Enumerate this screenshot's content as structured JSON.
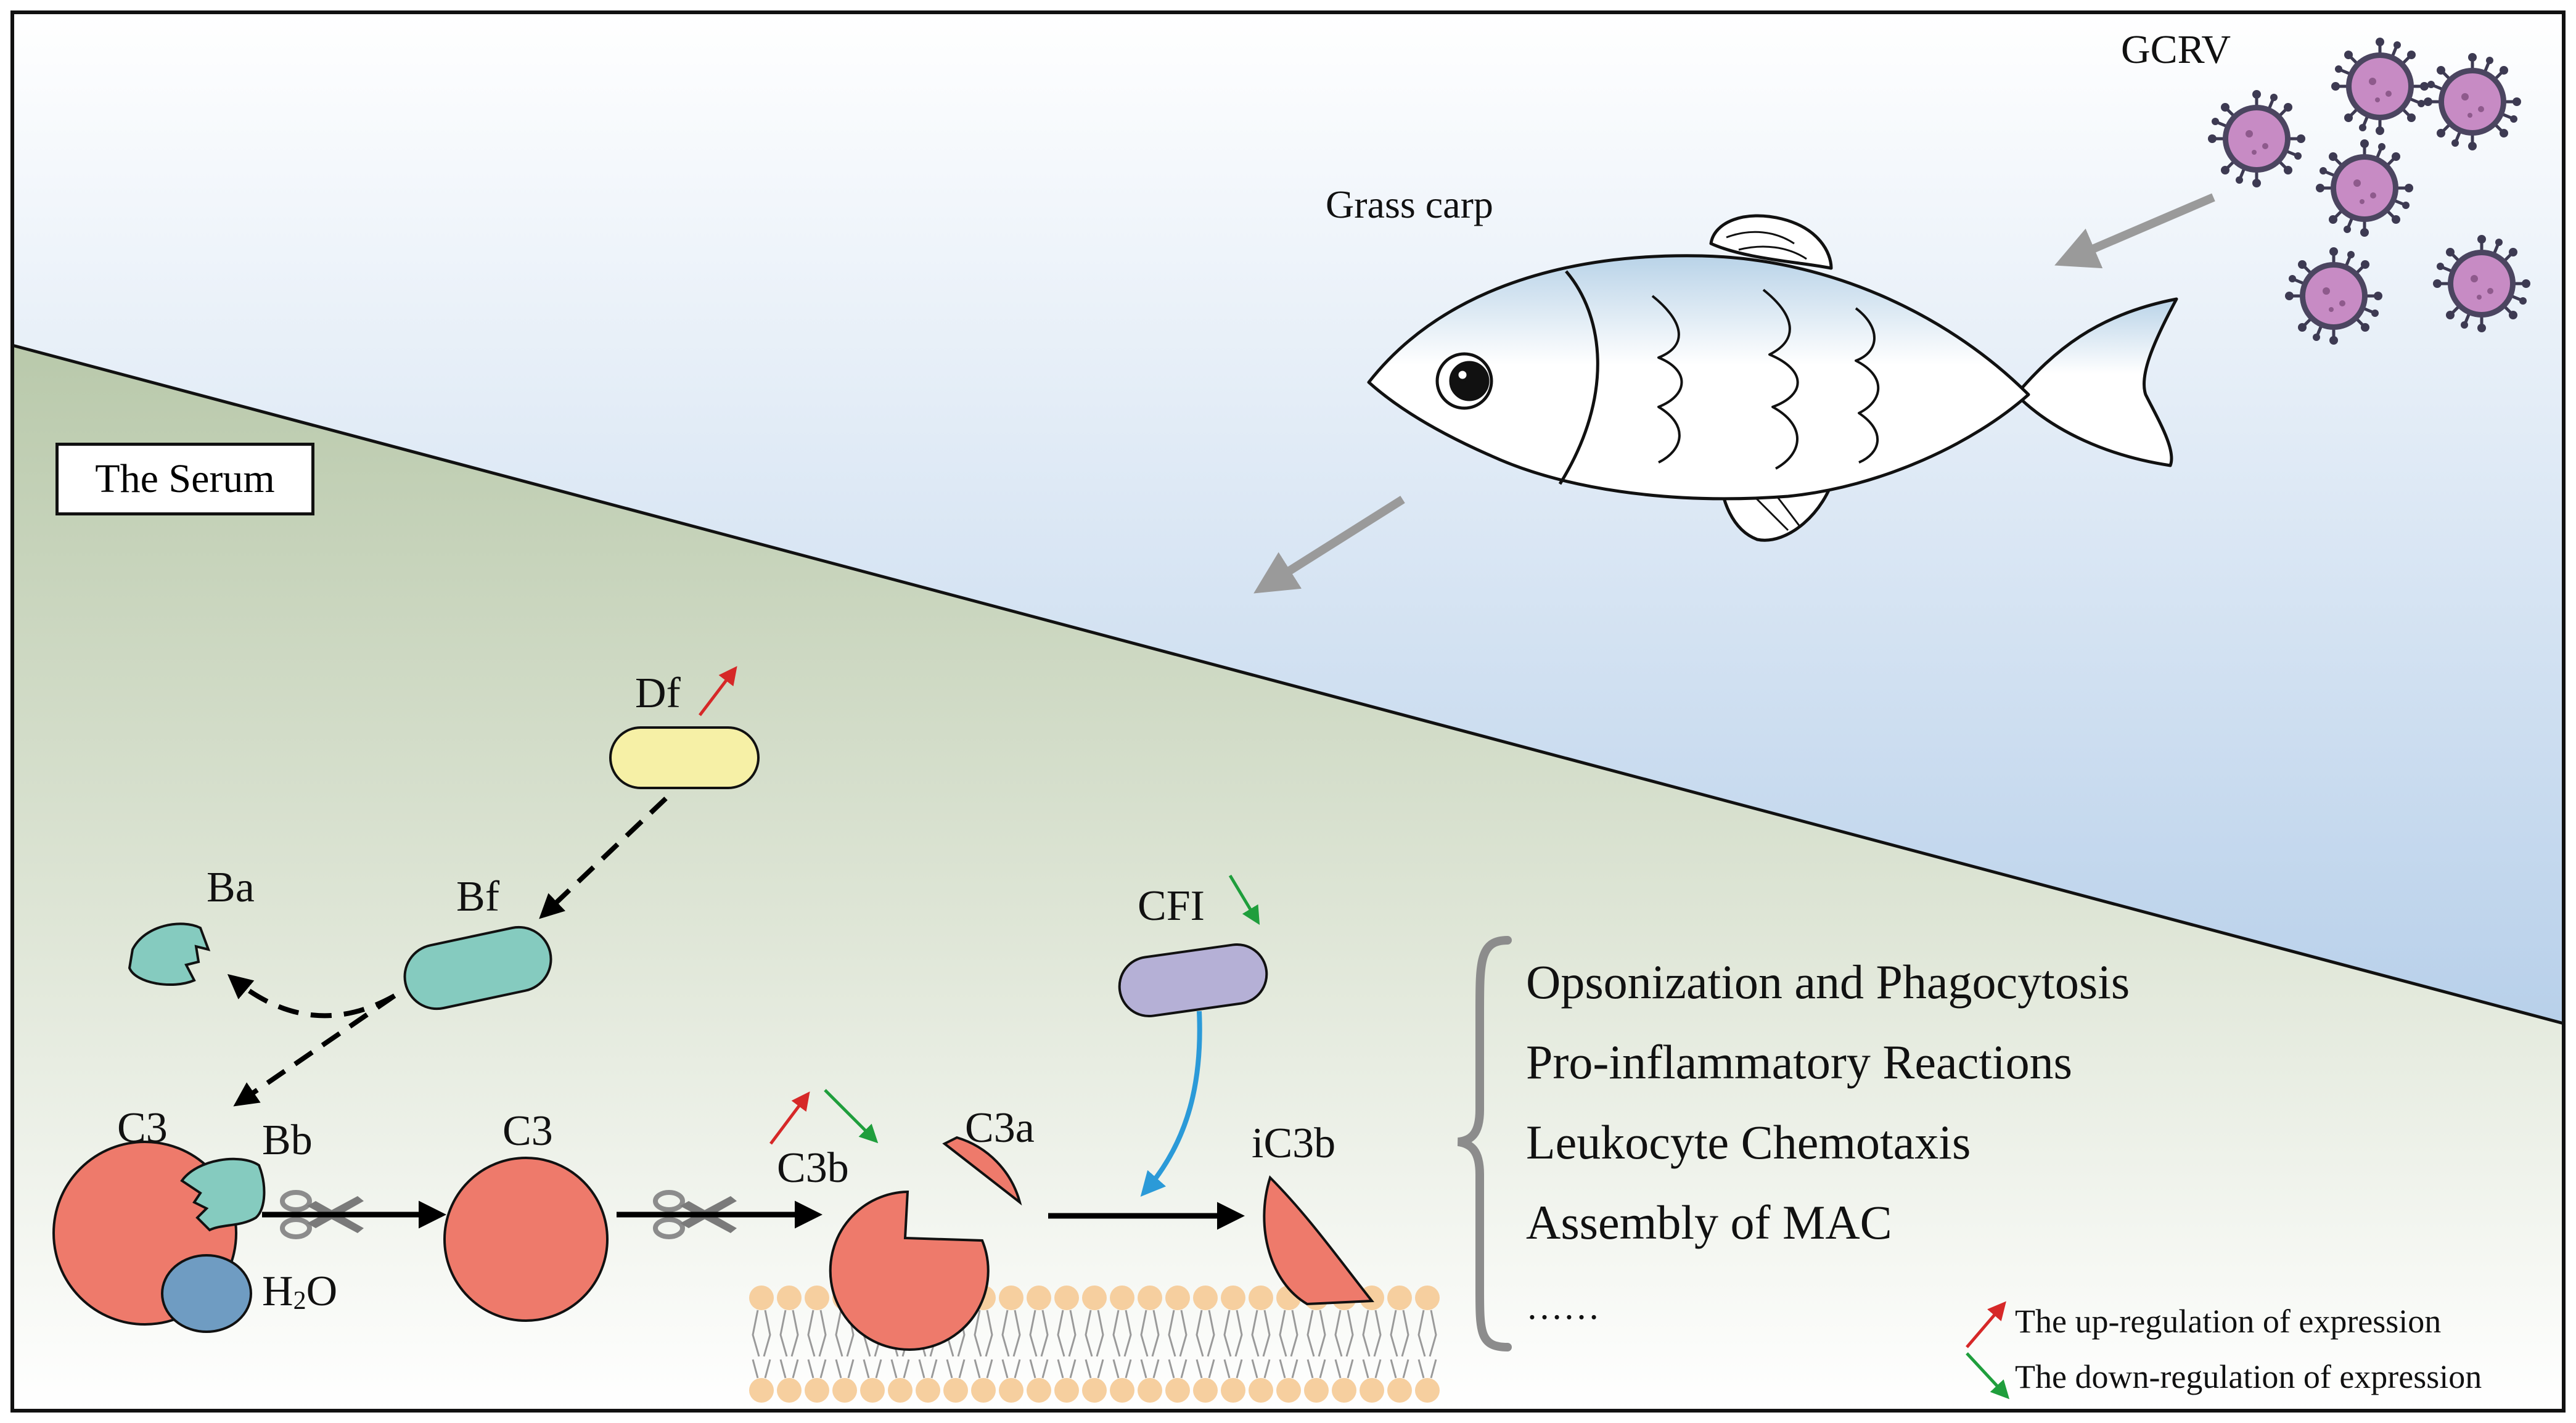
{
  "figure": {
    "colors": {
      "water_top": "#ffffff",
      "water_bottom": "#b8d0ea",
      "serum_top": "#b9c9ab",
      "serum_bottom": "#ffffff",
      "c3_red": "#ee7a6b",
      "factor_b_teal": "#85cbbf",
      "df_yellow": "#f6f0a6",
      "cfi_lavender": "#b5b0d6",
      "water_blue": "#6f9cc2",
      "virus_purple": "#c78bc4",
      "lipid_orange": "#f6cf9f",
      "up_arrow": "#d62828",
      "down_arrow": "#1f9e3c",
      "cfi_arrow": "#2b9ad8"
    },
    "labels": {
      "serum": "The Serum",
      "gcrv": "GCRV",
      "grass_carp": "Grass carp",
      "df": "Df",
      "ba": "Ba",
      "bf": "Bf",
      "cfi": "CFI",
      "c3_left": "C3",
      "bb": "Bb",
      "h2o_main": "H",
      "h2o_sub": "2",
      "h2o_end": "O",
      "c3_mid": "C3",
      "c3a": "C3a",
      "c3b": "C3b",
      "ic3b": "iC3b"
    },
    "regulation": {
      "df": "up",
      "cfi": "down",
      "c3b": [
        "up",
        "down"
      ]
    },
    "outcomes": [
      "Opsonization and Phagocytosis",
      "Pro-inflammatory Reactions",
      "Leukocyte Chemotaxis",
      "Assembly of MAC",
      "……"
    ],
    "legend": {
      "up": "The up-regulation of  expression",
      "down": "The down-regulation of  expression"
    }
  }
}
